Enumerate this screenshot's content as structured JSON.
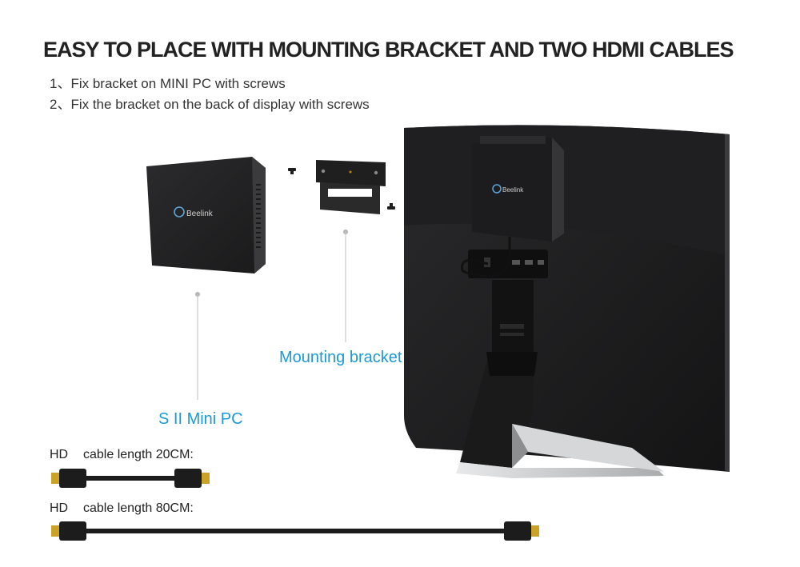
{
  "header": {
    "title": "EASY TO PLACE WITH MOUNTING BRACKET AND TWO HDMI CABLES",
    "steps": [
      "1、Fix bracket on MINI PC with screws",
      "2、Fix the bracket on the back of display with screws"
    ]
  },
  "callouts": {
    "mini_pc": "S II  Mini PC",
    "bracket": "Mounting bracket"
  },
  "device": {
    "brand": "Beelink"
  },
  "cables": [
    {
      "prefix": "HD",
      "label": "cable length 20CM:"
    },
    {
      "prefix": "HD",
      "label": "cable length 80CM:"
    }
  ],
  "colors": {
    "accent": "#1a9ad6",
    "device": "#1c1c1e",
    "stand_silver": "#c9cbcd"
  }
}
